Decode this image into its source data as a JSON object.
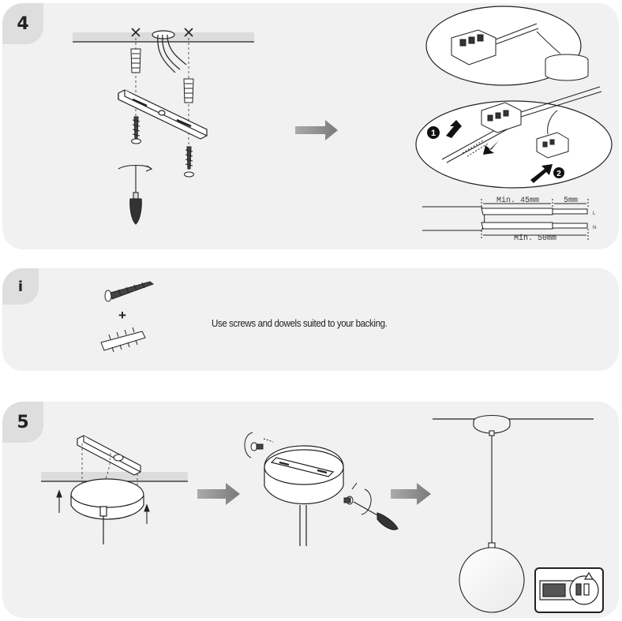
{
  "steps": {
    "step4": {
      "number": "4"
    },
    "info": {
      "symbol": "i",
      "plus": "+",
      "note": "Use screws and dowels suited to your backing."
    },
    "step5": {
      "number": "5"
    }
  },
  "wiring": {
    "strip_length_outer": "Min. 45mm",
    "strip_length_core": "5mm",
    "total_length": "Min. 50mm",
    "wire_live": "L",
    "wire_neutral": "N",
    "callout_1": "1",
    "callout_2": "2"
  },
  "icons": [
    "mounting-bracket-icon",
    "dowel-icon",
    "screw-icon",
    "screwdriver-icon",
    "wago-connector-icon",
    "arrow-right-icon",
    "pendant-globe-icon",
    "label-icon"
  ],
  "colors": {
    "panel": "#f1f1f1",
    "tab": "#dedede",
    "arrow": "#8a8a8a",
    "line": "#222222"
  }
}
